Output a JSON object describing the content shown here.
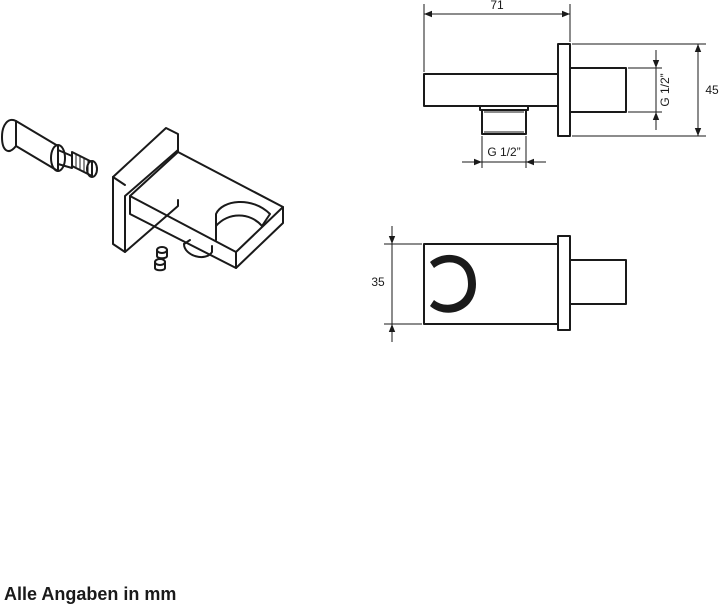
{
  "dimensions": {
    "width_total": "71",
    "height_total": "45",
    "thread_vertical": "G 1/2”",
    "thread_horizontal": "G 1/2”",
    "holder_height": "35"
  },
  "footer": {
    "note": "Alle Angaben in mm"
  }
}
